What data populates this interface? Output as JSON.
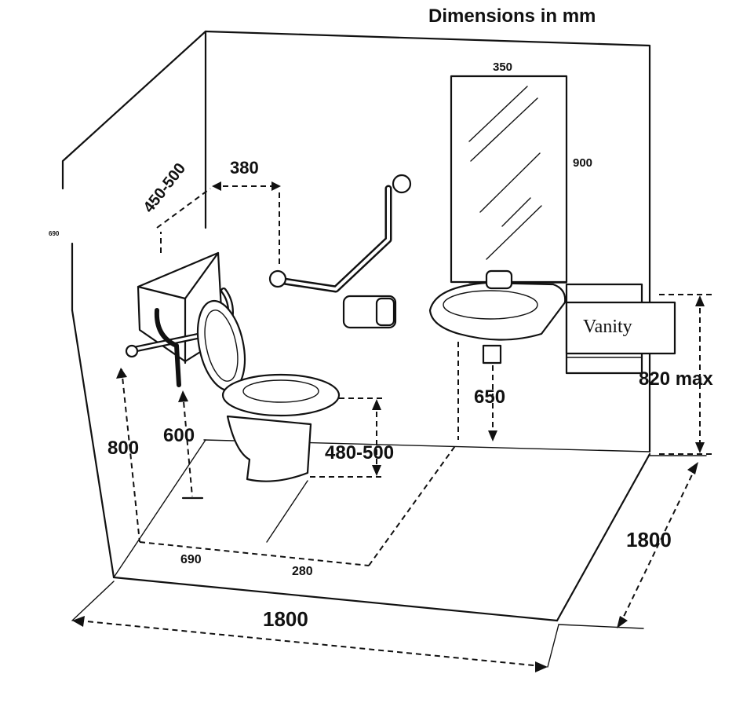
{
  "title": "Dimensions in mm",
  "labels": {
    "mirror_width": "350",
    "mirror_height": "900",
    "grab_rail_offset": "380",
    "cistern_side": "450-500",
    "tiny_left": "690",
    "rail_height": "800",
    "seat_grab_height": "600",
    "seat_height": "480-500",
    "basin_height": "650",
    "vanity": "Vanity",
    "vanity_height": "820 max",
    "floor_690": "690",
    "floor_280": "280",
    "room_width": "1800",
    "room_depth": "1800"
  }
}
